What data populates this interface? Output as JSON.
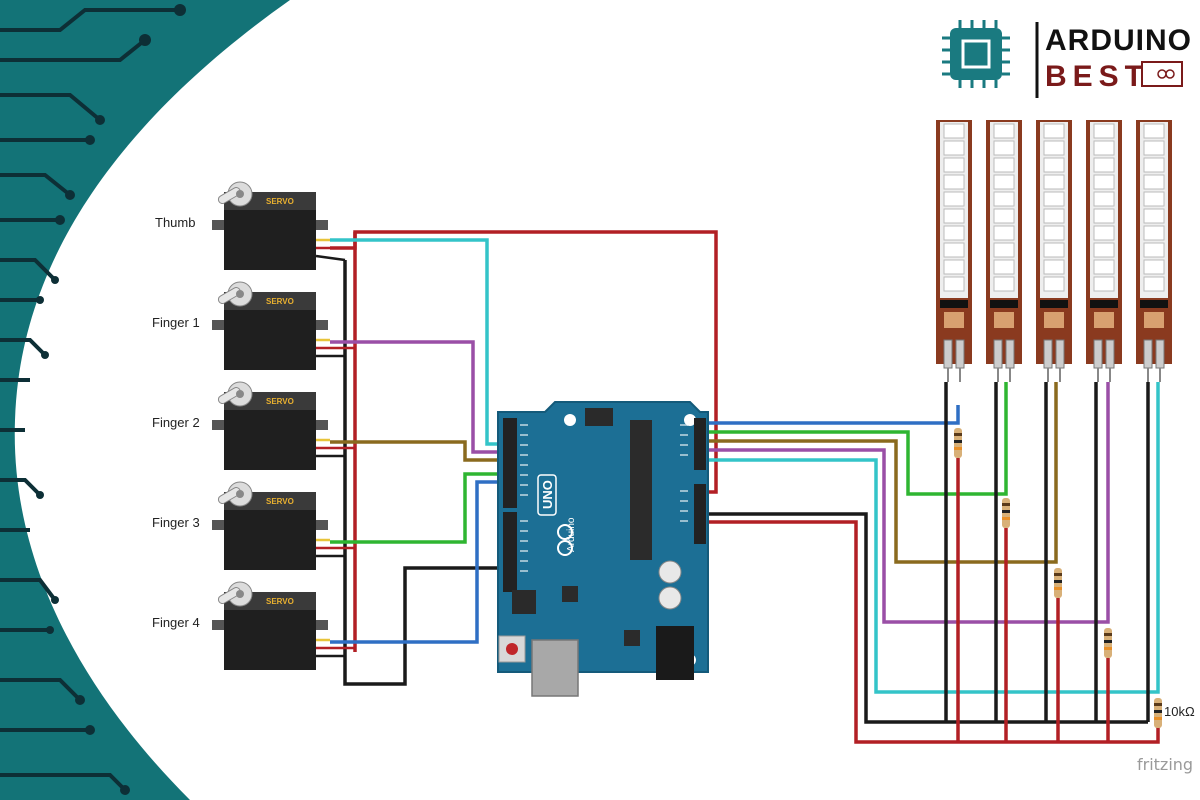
{
  "logo": {
    "line1": "ARDUINO",
    "line2": "BEST",
    "colors": {
      "teal": "#1a7a80",
      "maroon": "#7a1a1a",
      "ink": "#111111"
    },
    "icon": "chip-icon"
  },
  "background": {
    "shape_color": "#137377",
    "trace_color": "#0d2f36"
  },
  "servos": [
    {
      "label": "Thumb",
      "tag": "SERVO",
      "signal_color": "#33c4c8"
    },
    {
      "label": "Finger 1",
      "tag": "SERVO",
      "signal_color": "#9a4fa6"
    },
    {
      "label": "Finger 2",
      "tag": "SERVO",
      "signal_color": "#8a6a1e"
    },
    {
      "label": "Finger 3",
      "tag": "SERVO",
      "signal_color": "#2fb531"
    },
    {
      "label": "Finger 4",
      "tag": "SERVO",
      "signal_color": "#2f6fc4"
    }
  ],
  "board": {
    "name": "UNO",
    "brand": "Arduino",
    "reset": "RESET",
    "color": "#1c6f95"
  },
  "flex_sensors": {
    "count": 5,
    "color": "#8a3a1f"
  },
  "resistor": {
    "value": "10kΩ"
  },
  "wires": {
    "power": "#b21f24",
    "ground": "#1a1a1a"
  },
  "watermark": "fritzing"
}
